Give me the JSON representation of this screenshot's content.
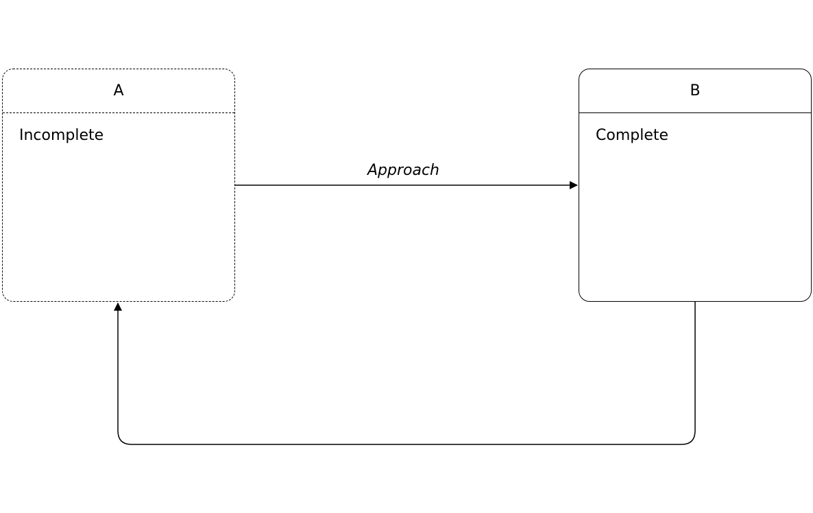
{
  "states": [
    {
      "id": "a",
      "title": "A",
      "body": "Incomplete",
      "border": "dashed"
    },
    {
      "id": "b",
      "title": "B",
      "body": "Complete",
      "border": "solid"
    }
  ],
  "transitions": [
    {
      "from": "A",
      "to": "B",
      "label": "Approach"
    },
    {
      "from": "B",
      "to": "A",
      "label": ""
    }
  ],
  "colors": {
    "stroke": "#000000",
    "fill": "#ffffff"
  }
}
